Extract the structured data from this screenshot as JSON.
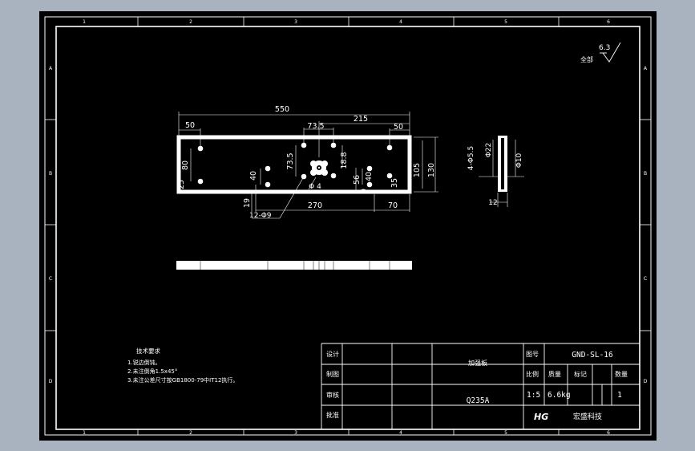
{
  "border": {
    "top_numbers": [
      "1",
      "2",
      "3",
      "4",
      "5",
      "6"
    ],
    "bottom_numbers": [
      "1",
      "2",
      "3",
      "4",
      "5",
      "6"
    ],
    "left_letters": [
      "A",
      "B",
      "C",
      "D"
    ],
    "right_letters": [
      "A",
      "B",
      "C",
      "D"
    ]
  },
  "roughness": {
    "label": "全部",
    "value": "6.3"
  },
  "dimensions": {
    "d550": "550",
    "d215": "215",
    "d50_left": "50",
    "d50_right": "50",
    "d73_5_top": "73.5",
    "d73_5_vert": "73.5",
    "d18_8": "18.8",
    "d80": "80",
    "d40_left": "40",
    "d40_right": "40",
    "d56": "56",
    "d105": "105",
    "d130": "130",
    "d25_left": "25",
    "d25_right": "35",
    "phi4": "Φ 4",
    "d9": "9",
    "d19": "19",
    "d270": "270",
    "d70": "70",
    "holes": "12-Φ9"
  },
  "side_view": {
    "holes": "4-Φ5.5",
    "d22": "Φ22",
    "d10": "Φ10",
    "d12": "12"
  },
  "notes": {
    "title": "技术要求",
    "lines": [
      "1.锐边倒钝。",
      "2.未注倒角1.5x45°",
      "3.未注公差尺寸按GB1800-79中IT12执行。"
    ]
  },
  "title_block": {
    "designer": "设计",
    "drafter": "制图",
    "checker": "审核",
    "approver": "批准",
    "part_name": "加强板",
    "material": "Q235A",
    "drawing_no_label": "图号",
    "drawing_no": "GND-SL-16",
    "scale_label": "比例",
    "weight_label": "质量",
    "mark_label": "标记",
    "qty_label": "数量",
    "scale": "1:5",
    "weight": "6.6kg",
    "qty": "1",
    "company_logo": "HG",
    "company": "宏盛科技"
  }
}
